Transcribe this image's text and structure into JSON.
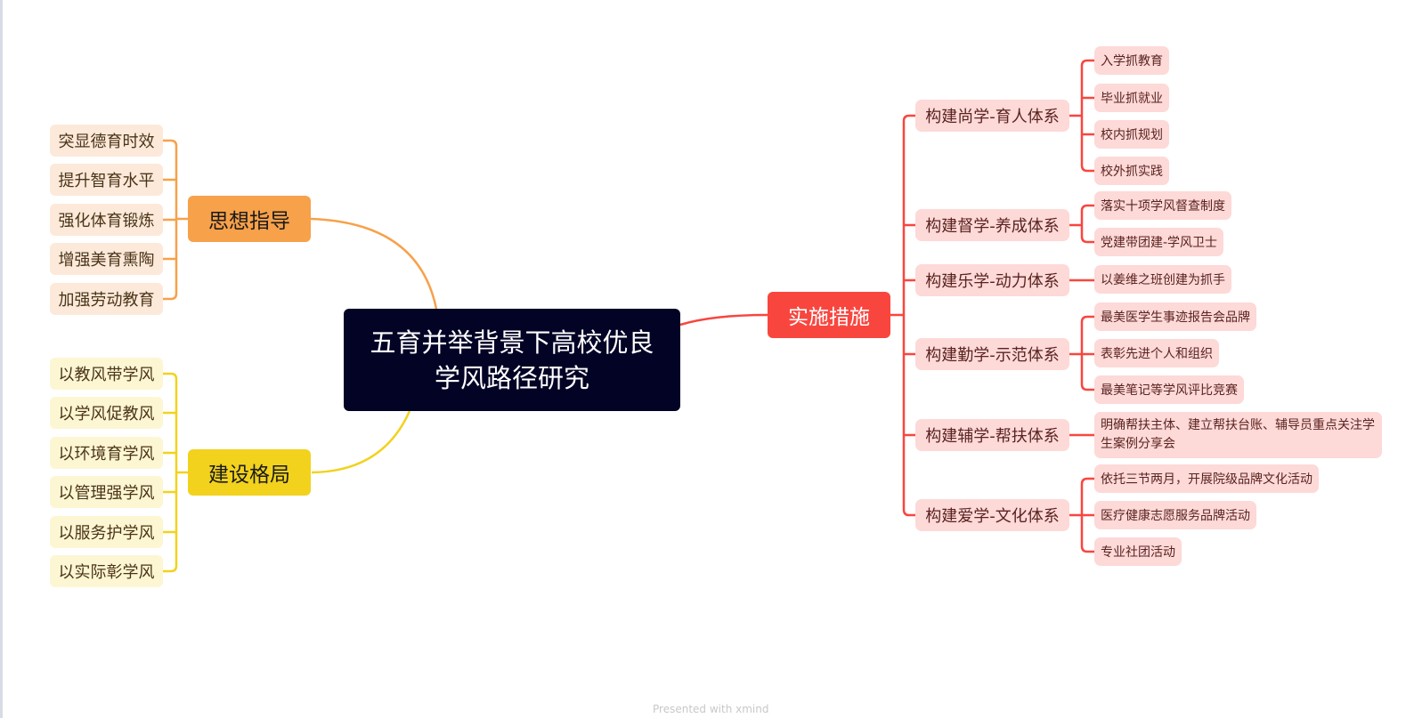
{
  "center": {
    "title": "五育并举背景下高校优良学风路径研究"
  },
  "colors": {
    "center": "#030326",
    "orange": "#f7a14a",
    "yellow": "#f2d21d",
    "red": "#f8463f"
  },
  "branches": {
    "thought": {
      "label": "思想指导",
      "items": [
        "突显德育时效",
        "提升智育水平",
        "强化体育锻炼",
        "增强美育熏陶",
        "加强劳动教育"
      ]
    },
    "structure": {
      "label": "建设格局",
      "items": [
        "以教风带学风",
        "以学风促教风",
        "以环境育学风",
        "以管理强学风",
        "以服务护学风",
        "以实际彰学风"
      ]
    },
    "measures": {
      "label": "实施措施",
      "items": [
        {
          "label": "构建尚学-育人体系",
          "children": [
            "入学抓教育",
            "毕业抓就业",
            "校内抓规划",
            "校外抓实践"
          ]
        },
        {
          "label": "构建督学-养成体系",
          "children": [
            "落实十项学风督查制度",
            "党建带团建-学风卫士"
          ]
        },
        {
          "label": "构建乐学-动力体系",
          "children": [
            "以姜维之班创建为抓手"
          ]
        },
        {
          "label": "构建勤学-示范体系",
          "children": [
            "最美医学生事迹报告会品牌",
            "表彰先进个人和组织",
            "最美笔记等学风评比竞赛"
          ]
        },
        {
          "label": "构建辅学-帮扶体系",
          "children": [
            "明确帮扶主体、建立帮扶台账、辅导员重点关注学生案例分享会"
          ]
        },
        {
          "label": "构建爱学-文化体系",
          "children": [
            "依托三节两月，开展院级品牌文化活动",
            "医疗健康志愿服务品牌活动",
            "专业社团活动"
          ]
        }
      ]
    }
  },
  "footer": "Presented with xmind"
}
